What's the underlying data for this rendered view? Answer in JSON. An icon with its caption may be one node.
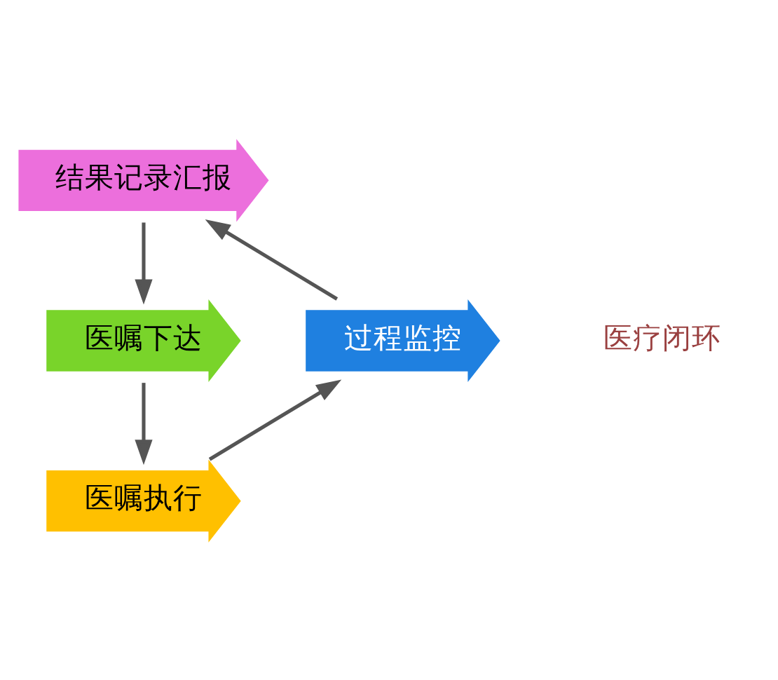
{
  "diagram": {
    "nodes": [
      {
        "text": [
          "结果记录汇报"
        ]
      },
      {
        "text": [
          "医嘱下达"
        ]
      },
      {
        "text": [
          "医疗闭环"
        ]
      },
      {
        "text": [
          "过程监控"
        ]
      },
      {
        "text": [
          "医嘱执行"
        ]
      }
    ],
    "edges": [
      {
        "from": 0,
        "to": 1,
        "arrow": "to"
      },
      {
        "from": 1,
        "to": 4,
        "arrow": "to"
      },
      {
        "from": 4,
        "to": 3,
        "arrow": "to"
      },
      {
        "from": 3,
        "to": 0,
        "arrow": "to"
      }
    ]
  }
}
